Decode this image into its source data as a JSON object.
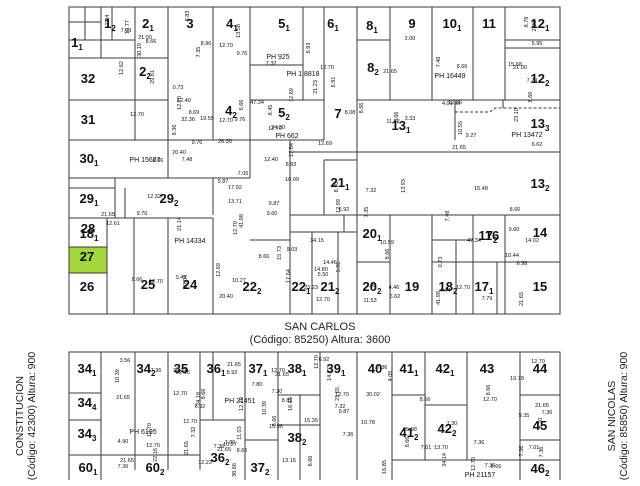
{
  "colors": {
    "line": "#3a3a3a",
    "highlight": "#a4d63a",
    "text": "#111111"
  },
  "streets": {
    "top": {
      "name": "SAN CARLOS",
      "info": "(Código: 85250) Altura: 3600"
    },
    "left": {
      "name": "CONSTITUCION",
      "info": "(Código: 42300) Altura: 900"
    },
    "right": {
      "name": "SAN NICOLAS",
      "info": "(Código: 85850) Altura: 900"
    }
  },
  "highlighted_parcel": "27",
  "upper_block": {
    "parcels": [
      {
        "label": "1",
        "sub": "1"
      },
      {
        "label": "1",
        "sub": "2"
      },
      {
        "label": "2",
        "sub": "1"
      },
      {
        "label": "3"
      },
      {
        "label": "4",
        "sub": "1"
      },
      {
        "label": "5",
        "sub": "1"
      },
      {
        "label": "6",
        "sub": "1"
      },
      {
        "label": "8",
        "sub": "1"
      },
      {
        "label": "9"
      },
      {
        "label": "10",
        "sub": "1"
      },
      {
        "label": "11"
      },
      {
        "label": "12",
        "sub": "1"
      },
      {
        "label": "32"
      },
      {
        "label": "2",
        "sub": "2"
      },
      {
        "label": "8",
        "sub": "2"
      },
      {
        "label": "12",
        "sub": "2"
      },
      {
        "label": "31"
      },
      {
        "label": "4",
        "sub": "2"
      },
      {
        "label": "5",
        "sub": "2"
      },
      {
        "label": "7"
      },
      {
        "label": "13",
        "sub": "1"
      },
      {
        "label": "13",
        "sub": "3"
      },
      {
        "label": "30",
        "sub": "1"
      },
      {
        "label": "21",
        "sub": "1"
      },
      {
        "label": "13",
        "sub": "2"
      },
      {
        "label": "29",
        "sub": "1"
      },
      {
        "label": "29",
        "sub": "2"
      },
      {
        "label": "28"
      },
      {
        "label": "18",
        "sub": "1"
      },
      {
        "label": "20",
        "sub": "1"
      },
      {
        "label": "16"
      },
      {
        "label": "17",
        "sub": "2"
      },
      {
        "label": "14"
      },
      {
        "label": "27"
      },
      {
        "label": "25"
      },
      {
        "label": "24"
      },
      {
        "label": "26"
      },
      {
        "label": "22",
        "sub": "2"
      },
      {
        "label": "22",
        "sub": "1"
      },
      {
        "label": "21",
        "sub": "2"
      },
      {
        "label": "20",
        "sub": "2"
      },
      {
        "label": "19"
      },
      {
        "label": "18",
        "sub": "2"
      },
      {
        "label": "17",
        "sub": "1"
      },
      {
        "label": "15"
      }
    ],
    "ph_labels": [
      "PH 925",
      "PH 1 8818",
      "PH 16449",
      "PH 662",
      "PH 13472",
      "PH 15627",
      "PH 14334"
    ],
    "measures": [
      "12.70",
      "8.36",
      "9.76",
      "12.40",
      "6.91",
      "7.36",
      "8.66",
      "8.66",
      "12.61",
      "12.40",
      "12.69",
      "8.66",
      "12.70",
      "8.66",
      "15.48",
      "15.68",
      "10.77",
      "19.55",
      "17.92",
      "12.69",
      "12.69",
      "10.59",
      "10.55",
      "21.00",
      "21.00",
      "21.14",
      "10.27",
      "9.03",
      "8.70",
      "6.62",
      "12.86",
      "23.10",
      "9.76",
      "0.49",
      "6.66",
      "24.30",
      "23.23",
      "8.66",
      "9.27",
      "9.60",
      "29.81",
      "8.96",
      "13.71",
      "15.73",
      "34.15",
      "11.53",
      "41.98",
      "14.02",
      "8.66",
      "8.83",
      "26.30",
      "47.34",
      "21.23",
      "2.00",
      "4.44",
      "2.00",
      "7.09",
      "32.36",
      "41.98",
      "9.60",
      "14.80",
      "13.93",
      "4.01 s/t",
      "10.44",
      "2.84",
      "0.73",
      "7.05",
      "8.45",
      "14.46",
      "11.62",
      "0.73",
      "6.62",
      "12.32",
      "20.04",
      "9.76",
      "9.87",
      "5.95",
      "4.46",
      "47.34",
      "8.78",
      "8.66",
      "8.69",
      "12.70",
      "12.70",
      "6.92",
      "8.66",
      "12.70",
      "5.95",
      "30.19",
      "20.40",
      "20.40",
      "17.64",
      "8.08",
      "7.32",
      "7.48",
      "6.98",
      "12.70",
      "7.35",
      "12.70",
      "8.93",
      "6.93",
      "21.65",
      "21.65",
      "21.65",
      "21.65",
      "7.48",
      "13.58",
      "7.32",
      "12.70",
      "7.35",
      "7.79",
      "7.79",
      "12.62",
      "9.76",
      "9.87",
      "17.64",
      "5.50",
      "3.33",
      "7.48",
      "8.66",
      "8.66",
      "12.70",
      "12.70",
      "10.99",
      "12.99"
    ]
  },
  "lower_block": {
    "parcels": [
      {
        "label": "34",
        "sub": "1"
      },
      {
        "label": "34",
        "sub": "2"
      },
      {
        "label": "35"
      },
      {
        "label": "36",
        "sub": "1"
      },
      {
        "label": "37",
        "sub": "1"
      },
      {
        "label": "38",
        "sub": "1"
      },
      {
        "label": "39",
        "sub": "1"
      },
      {
        "label": "40"
      },
      {
        "label": "41",
        "sub": "1"
      },
      {
        "label": "42",
        "sub": "1"
      },
      {
        "label": "43"
      },
      {
        "label": "44"
      },
      {
        "label": "34",
        "sub": "4"
      },
      {
        "label": "34",
        "sub": "3"
      },
      {
        "label": "45"
      },
      {
        "label": "41",
        "sub": "2"
      },
      {
        "label": "42",
        "sub": "2"
      },
      {
        "label": "38",
        "sub": "2"
      },
      {
        "label": "36",
        "sub": "2"
      },
      {
        "label": "37",
        "sub": "2"
      },
      {
        "label": "60",
        "sub": "1"
      },
      {
        "label": "60",
        "sub": "2"
      },
      {
        "label": "46",
        "sub": "2"
      }
    ],
    "ph_labels": [
      "PH 21451",
      "PH 6195",
      "PH 21157"
    ],
    "measures": [
      "12.70",
      "8.66",
      "8.66",
      "7.30",
      "8.66",
      "7.36",
      "12.70",
      "7.36",
      "7.36",
      "12.70",
      "12.70",
      "7.80",
      "9.87",
      "16.85",
      "13.70",
      "19.78",
      "22.16",
      "22.16",
      "10.27",
      "16.65",
      "15.35",
      "10.78",
      "12.70",
      "21.65",
      "21.65",
      "21.65",
      "21.65",
      "21.65",
      "21.65",
      "7.01",
      "7.30",
      "7.36",
      "7.36",
      "12.70",
      "11.03",
      "13.15",
      "7.32",
      "4.05",
      "7.36",
      "9.35",
      "12.70",
      "6.92",
      "8.92",
      "10.39",
      "7.36",
      "25.98",
      "34.14",
      "12.70",
      "21.65",
      "24.18",
      "21.65",
      "15.96",
      "14.17",
      "8.66",
      "7.36",
      "7.10",
      "3.56",
      "30.31",
      "38.66",
      "12.70",
      "6.92",
      "8.66",
      "8.66",
      "7.01",
      "10.39",
      "12.23",
      "7.36",
      "8.66",
      "12.70",
      "30.02",
      "8.66",
      "7.36",
      "4.90",
      "7.32",
      "7.80",
      "8.81",
      "12.70"
    ]
  }
}
